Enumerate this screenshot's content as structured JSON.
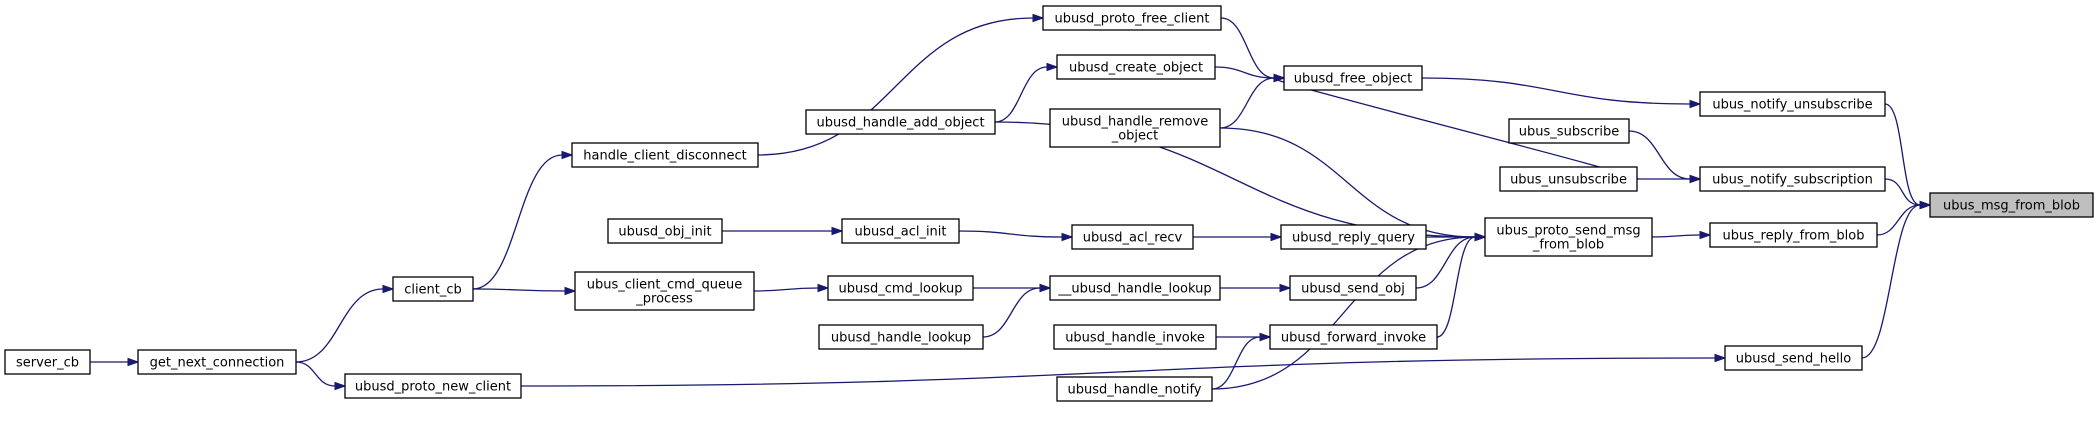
{
  "diagram": {
    "type": "call-graph",
    "colors": {
      "edge": "#191970",
      "root_fill": "#bfbfbf",
      "node_fill": "#ffffff",
      "border": "#000000"
    },
    "nodes": [
      {
        "id": "server_cb",
        "lines": [
          "server_cb"
        ]
      },
      {
        "id": "get_next_connection",
        "lines": [
          "get_next_connection"
        ]
      },
      {
        "id": "client_cb",
        "lines": [
          "client_cb"
        ]
      },
      {
        "id": "ubusd_proto_new_client",
        "lines": [
          "ubusd_proto_new_client"
        ]
      },
      {
        "id": "handle_client_disconnect",
        "lines": [
          "handle_client_disconnect"
        ]
      },
      {
        "id": "ubusd_obj_init",
        "lines": [
          "ubusd_obj_init"
        ]
      },
      {
        "id": "ubus_client_cmd_queue_process",
        "lines": [
          "ubus_client_cmd_queue",
          "_process"
        ]
      },
      {
        "id": "ubusd_proto_free_client",
        "lines": [
          "ubusd_proto_free_client"
        ]
      },
      {
        "id": "ubusd_create_object",
        "lines": [
          "ubusd_create_object"
        ]
      },
      {
        "id": "ubusd_handle_add_object",
        "lines": [
          "ubusd_handle_add_object"
        ]
      },
      {
        "id": "ubusd_acl_init",
        "lines": [
          "ubusd_acl_init"
        ]
      },
      {
        "id": "ubusd_cmd_lookup",
        "lines": [
          "ubusd_cmd_lookup"
        ]
      },
      {
        "id": "ubusd_handle_lookup",
        "lines": [
          "ubusd_handle_lookup"
        ]
      },
      {
        "id": "ubusd_handle_remove_object",
        "lines": [
          "ubusd_handle_remove",
          "_object"
        ]
      },
      {
        "id": "ubusd_acl_recv",
        "lines": [
          "ubusd_acl_recv"
        ]
      },
      {
        "id": "__ubusd_handle_lookup",
        "lines": [
          "__ubusd_handle_lookup"
        ]
      },
      {
        "id": "ubusd_handle_invoke",
        "lines": [
          "ubusd_handle_invoke"
        ]
      },
      {
        "id": "ubusd_handle_notify",
        "lines": [
          "ubusd_handle_notify"
        ]
      },
      {
        "id": "ubusd_free_object",
        "lines": [
          "ubusd_free_object"
        ]
      },
      {
        "id": "ubusd_reply_query",
        "lines": [
          "ubusd_reply_query"
        ]
      },
      {
        "id": "ubusd_send_obj",
        "lines": [
          "ubusd_send_obj"
        ]
      },
      {
        "id": "ubusd_forward_invoke",
        "lines": [
          "ubusd_forward_invoke"
        ]
      },
      {
        "id": "ubus_subscribe",
        "lines": [
          "ubus_subscribe"
        ]
      },
      {
        "id": "ubus_unsubscribe",
        "lines": [
          "ubus_unsubscribe"
        ]
      },
      {
        "id": "ubus_proto_send_msg_from_blob",
        "lines": [
          "ubus_proto_send_msg",
          "_from_blob"
        ]
      },
      {
        "id": "ubus_notify_unsubscribe",
        "lines": [
          "ubus_notify_unsubscribe"
        ]
      },
      {
        "id": "ubus_notify_subscription",
        "lines": [
          "ubus_notify_subscription"
        ]
      },
      {
        "id": "ubus_reply_from_blob",
        "lines": [
          "ubus_reply_from_blob"
        ]
      },
      {
        "id": "ubusd_send_hello",
        "lines": [
          "ubusd_send_hello"
        ]
      },
      {
        "id": "ubus_msg_from_blob",
        "lines": [
          "ubus_msg_from_blob"
        ],
        "root": true
      }
    ],
    "edges": [
      {
        "from": "ubus_notify_unsubscribe",
        "to": "ubus_msg_from_blob"
      },
      {
        "from": "ubus_notify_subscription",
        "to": "ubus_msg_from_blob"
      },
      {
        "from": "ubus_reply_from_blob",
        "to": "ubus_msg_from_blob"
      },
      {
        "from": "ubusd_send_hello",
        "to": "ubus_msg_from_blob"
      },
      {
        "from": "ubusd_free_object",
        "to": "ubus_notify_unsubscribe"
      },
      {
        "from": "ubus_subscribe",
        "to": "ubus_notify_subscription"
      },
      {
        "from": "ubus_unsubscribe",
        "to": "ubus_notify_subscription"
      },
      {
        "from": "ubus_proto_send_msg_from_blob",
        "to": "ubus_reply_from_blob"
      },
      {
        "from": "ubusd_proto_new_client",
        "to": "ubusd_send_hello"
      },
      {
        "from": "ubusd_proto_free_client",
        "to": "ubusd_free_object"
      },
      {
        "from": "ubusd_create_object",
        "to": "ubusd_free_object"
      },
      {
        "from": "ubusd_handle_remove_object",
        "to": "ubusd_free_object"
      },
      {
        "from": "ubus_unsubscribe",
        "to": "ubusd_free_object"
      },
      {
        "from": "ubusd_handle_add_object",
        "to": "ubus_proto_send_msg_from_blob"
      },
      {
        "from": "ubusd_handle_remove_object",
        "to": "ubus_proto_send_msg_from_blob"
      },
      {
        "from": "ubusd_reply_query",
        "to": "ubus_proto_send_msg_from_blob"
      },
      {
        "from": "ubusd_send_obj",
        "to": "ubus_proto_send_msg_from_blob"
      },
      {
        "from": "ubusd_forward_invoke",
        "to": "ubus_proto_send_msg_from_blob"
      },
      {
        "from": "ubusd_handle_notify",
        "to": "ubus_proto_send_msg_from_blob"
      },
      {
        "from": "handle_client_disconnect",
        "to": "ubusd_proto_free_client"
      },
      {
        "from": "ubusd_handle_add_object",
        "to": "ubusd_create_object"
      },
      {
        "from": "ubusd_acl_recv",
        "to": "ubusd_reply_query"
      },
      {
        "from": "__ubusd_handle_lookup",
        "to": "ubusd_send_obj"
      },
      {
        "from": "ubusd_handle_invoke",
        "to": "ubusd_forward_invoke"
      },
      {
        "from": "ubusd_handle_notify",
        "to": "ubusd_forward_invoke"
      },
      {
        "from": "ubusd_acl_init",
        "to": "ubusd_acl_recv"
      },
      {
        "from": "ubusd_cmd_lookup",
        "to": "__ubusd_handle_lookup"
      },
      {
        "from": "ubusd_handle_lookup",
        "to": "__ubusd_handle_lookup"
      },
      {
        "from": "ubusd_obj_init",
        "to": "ubusd_acl_init"
      },
      {
        "from": "ubus_client_cmd_queue_process",
        "to": "ubusd_cmd_lookup"
      },
      {
        "from": "client_cb",
        "to": "handle_client_disconnect"
      },
      {
        "from": "client_cb",
        "to": "ubus_client_cmd_queue_process"
      },
      {
        "from": "get_next_connection",
        "to": "client_cb"
      },
      {
        "from": "get_next_connection",
        "to": "ubusd_proto_new_client"
      },
      {
        "from": "server_cb",
        "to": "get_next_connection"
      }
    ]
  }
}
